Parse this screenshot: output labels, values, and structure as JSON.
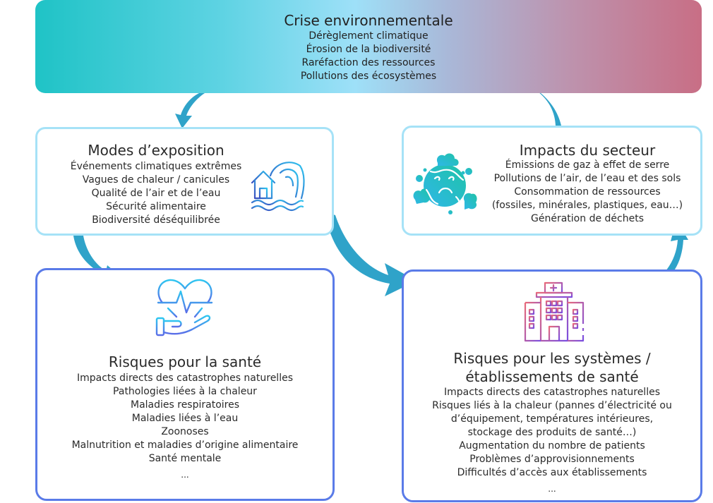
{
  "crisis": {
    "title": "Crise environnementale",
    "items": [
      "Dérèglement climatique",
      "Érosion de la biodiversité",
      "Raréfaction des ressources",
      "Pollutions des écosystèmes"
    ]
  },
  "exposure": {
    "title": "Modes d’exposition",
    "icon": "flood-house-icon",
    "items": [
      "Événements climatiques extrêmes",
      "Vagues de chaleur / canicules",
      "Qualité de l’air et de l’eau",
      "Sécurité alimentaire",
      "Biodiversité déséquilibrée"
    ]
  },
  "sector_impacts": {
    "title": "Impacts du secteur",
    "icon": "sad-earth-icon",
    "items": [
      "Émissions de gaz à effet de serre",
      "Pollutions de l’air, de l’eau et des sols",
      "Consommation de ressources",
      "(fossiles, minérales, plastiques, eau…)",
      "Génération de déchets"
    ]
  },
  "health_risks": {
    "title": "Risques pour la santé",
    "icon": "heart-hand-icon",
    "items": [
      "Impacts directs des catastrophes naturelles",
      "Pathologies liées à la chaleur",
      "Maladies respiratoires",
      "Maladies liées à l’eau",
      "Zoonoses",
      "Malnutrition et maladies d’origine alimentaire",
      "Santé mentale"
    ],
    "more": "..."
  },
  "system_risks": {
    "title_line1": "Risques pour les systèmes /",
    "title_line2": "établissements de santé",
    "icon": "hospital-icon",
    "items": [
      "Impacts directs des catastrophes naturelles",
      "Risques liés à la chaleur (pannes d’électricité ou",
      "d’équipement, températures intérieures,",
      "stockage des produits de santé…)",
      "Augmentation du nombre de patients",
      "Problèmes d’approvisionnements",
      "Difficultés d’accès aux établissements"
    ],
    "more": "..."
  },
  "colors": {
    "arrow": "#2fa3c9",
    "light_border": "#a6e2f7",
    "dark_border": "#5a7be8",
    "gradient_start": "#1fc3c6",
    "gradient_end": "#c86e85"
  }
}
